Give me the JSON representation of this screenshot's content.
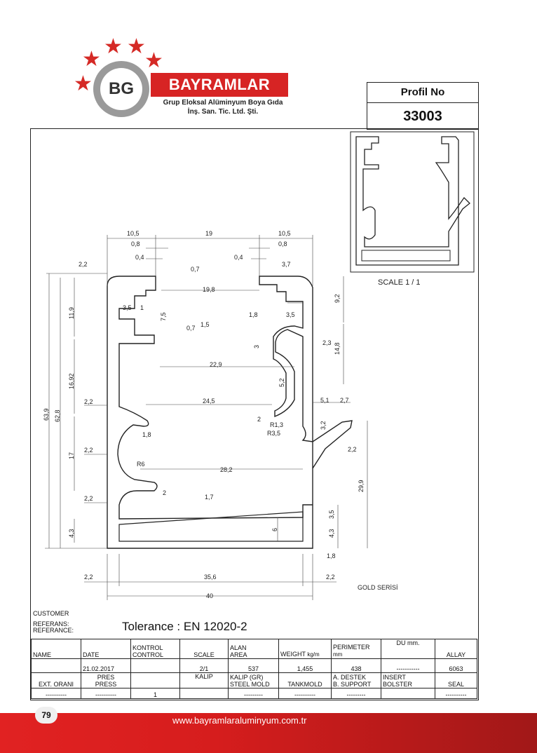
{
  "header": {
    "logo_text": "BG",
    "brand": "BAYRAMLAR",
    "subtitle_line1": "Grup Eloksal Alüminyum Boya Gıda",
    "subtitle_line2": "İnş. San. Tic. Ltd. Şti.",
    "star_color": "#d52a26",
    "brand_color": "#d72424"
  },
  "profil": {
    "label": "Profil No",
    "number": "33003"
  },
  "preview": {
    "scale": "SCALE 1  /  1"
  },
  "dimensions": {
    "d10_5_left": "10,5",
    "d19": "19",
    "d10_5_right": "10,5",
    "d0_8_left": "0,8",
    "d0_8_right": "0,8",
    "d0_4_left": "0,4",
    "d0_4_right": "0,4",
    "d2_2_top": "2,2",
    "d0_7_top": "0,7",
    "d3_7": "3,7",
    "d19_8": "19,8",
    "d9_2": "9,2",
    "d11_9": "11,9",
    "d3_5_left": "3,5",
    "d1": "1",
    "d7_5": "7,5",
    "d1_8_mid": "1,8",
    "d3_5_mid": "3,5",
    "d0_7_mid": "0,7",
    "d1_5": "1,5",
    "d3": "3",
    "d2_3": "2,3",
    "d14_8": "14,8",
    "d22_9": "22,9",
    "d16_92": "16,92",
    "d63_9": "63,9",
    "d62_8": "62,8",
    "d5_2": "5,2",
    "d2_2_a": "2,2",
    "d24_5": "24,5",
    "d5_1": "5,1",
    "d2_7": "2,7",
    "d2_r": "2",
    "d1_8_r": "1,8",
    "dR1_3": "R1,3",
    "dR3_5": "R3,5",
    "d3_2": "3,2",
    "d2_2_b": "2,2",
    "d17": "17",
    "d2_2_c": "2,2",
    "dR6": "R6",
    "d28_2": "28,2",
    "d29_9": "29,9",
    "d2_b": "2",
    "d2_2_d": "2,2",
    "d1_7": "1,7",
    "d3_5_r": "3,5",
    "d4_3_left": "4,3",
    "d6": "6",
    "d4_3_right": "4,3",
    "d1_8_b": "1,8",
    "d2_2_bl": "2,2",
    "d35_6": "35,6",
    "d2_2_br": "2,2",
    "d40": "40"
  },
  "gold_series": "GOLD SERİSİ",
  "meta": {
    "customer": "CUSTOMER",
    "referans": "REFERANS:",
    "referance": "REFERANCE:",
    "tolerance": "Tolerance : EN 12020-2"
  },
  "table": {
    "row1": [
      "NAME",
      "DATE",
      "KONTROL",
      "SCALE",
      "ALAN",
      "WEIGHT",
      "PERIMETER",
      "DU mm.",
      "ALLAY"
    ],
    "row1b": [
      "",
      "",
      "CONTROL",
      "",
      "AREA",
      "kg/m",
      "mm",
      "",
      ""
    ],
    "row2": [
      "",
      "21.02.2017",
      "",
      "2/1",
      "537",
      "1,455",
      "438",
      "-----------",
      "6063"
    ],
    "row3": [
      "EXT. ORANI",
      "PRES",
      "",
      "KALIP",
      "KALIP (GR)",
      "TANKMOLD",
      "A. DESTEK",
      "INSERT",
      "SEAL"
    ],
    "row3b": [
      "",
      "PRESS",
      "",
      "",
      "STEEL MOLD",
      "",
      "B. SUPPORT",
      "BOLSTER",
      ""
    ],
    "row4": [
      "----------",
      "----------",
      "1",
      "",
      "---------",
      "----------",
      "---------",
      "",
      "----------"
    ]
  },
  "footer": {
    "page": "79",
    "url": "www.bayramlaraluminyum.com.tr"
  }
}
